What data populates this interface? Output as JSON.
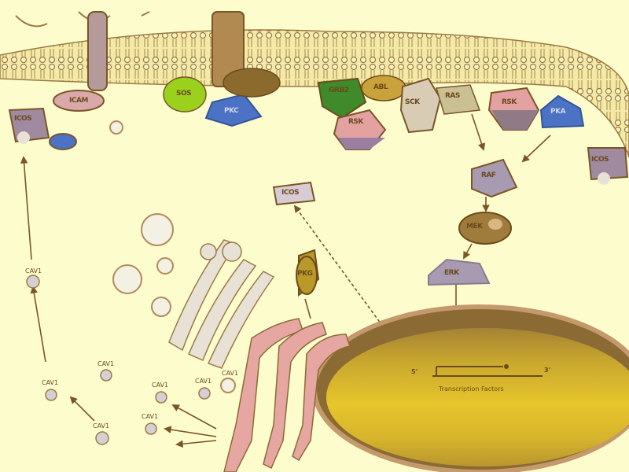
{
  "diagram": {
    "type": "cell signaling pathway illustration",
    "background_color": "#fdfccd",
    "membrane": {
      "color": "#f2e7a4",
      "outline": "#9c7a45"
    },
    "membrane_proteins": [
      {
        "id": "p1",
        "label": "ICOS",
        "color": "#a08aa0"
      },
      {
        "id": "p2",
        "label": "ICAM",
        "color": "#d9a8a8"
      },
      {
        "id": "p3",
        "label": "SOS",
        "color": "#9ad11d"
      },
      {
        "id": "p4",
        "label": "PKC",
        "color": "#4b72c4"
      },
      {
        "id": "p5",
        "label": "GRB2",
        "color": "#3f8a2a"
      },
      {
        "id": "p6",
        "label": "ABL",
        "color": "#c9a23a"
      },
      {
        "id": "p7",
        "label": "SCK",
        "color": "#d8ccb4"
      },
      {
        "id": "p8",
        "label": "RAS",
        "color": "#cbbf94"
      },
      {
        "id": "p9",
        "label": "RSK",
        "color": "#e3a1a1"
      },
      {
        "id": "p10",
        "label": "RSK",
        "color": "#e3a1a1"
      },
      {
        "id": "p11",
        "label": "PKA",
        "color": "#4b72c4"
      },
      {
        "id": "p12",
        "label": "ICOS",
        "color": "#a08aa0"
      }
    ],
    "cascade": [
      {
        "id": "c1",
        "label": "RAF",
        "color": "#a89ab0"
      },
      {
        "id": "c2",
        "label": "MEK",
        "color": "#a07c3c"
      },
      {
        "id": "c3",
        "label": "ERK",
        "color": "#a89ab0"
      }
    ],
    "cytoplasm_labels": [
      {
        "id": "t1",
        "label": "ICOS"
      },
      {
        "id": "t2",
        "label": "PKG"
      }
    ],
    "vesicle_labels": [
      "CAV1",
      "CAV1",
      "CAV1",
      "CAV1",
      "CAV1",
      "CAV1",
      "CAV1",
      "CAV1"
    ],
    "nucleus": {
      "strand_5prime": "5'",
      "strand_3prime": "3'",
      "caption": "Transcription Factors",
      "fill": "#e2c12c",
      "envelope": "#8b6a34"
    },
    "organelles": {
      "golgi_color": "#e8e2d6",
      "er_color": "#e6a7a2"
    }
  }
}
